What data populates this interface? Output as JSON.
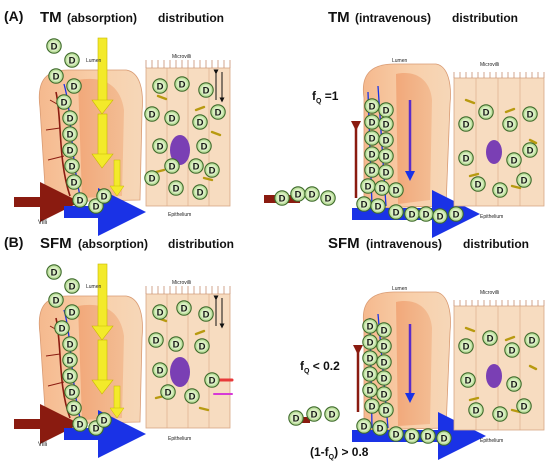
{
  "panel_a": {
    "label": "(A)",
    "left_title_model": "TM",
    "left_title_route": "(absorption)",
    "left_title_word": "distribution",
    "right_title_model": "TM",
    "right_title_route": "(intravenous)",
    "right_title_word": "distribution",
    "fq_label": "f",
    "fq_sub": "Q",
    "fq_value": " =1"
  },
  "panel_b": {
    "label": "(B)",
    "left_title_model": "SFM",
    "left_title_route": "(absorption)",
    "left_title_word": "distribution",
    "right_title_model": "SFM",
    "right_title_route": "(intravenous)",
    "right_title_word": "distribution",
    "fq_label": "f",
    "fq_sub": "Q",
    "fq_value": " < 0.2",
    "one_minus_label": "(1-f",
    "one_minus_sub": "Q",
    "one_minus_value": ") > 0.8"
  },
  "tissue_labels": {
    "villi": "Villi",
    "epithelium": "Epithelium",
    "microvilli": "Microvilli",
    "lumen": "Lumen"
  },
  "drug_symbol": "D",
  "colors": {
    "drug_fill": "#bfe0a0",
    "drug_stroke": "#3d6a2a",
    "villus_fill": "#f7caa4",
    "epithelium_fill": "#f7dcc0",
    "blood_arrow": "#1a32e6",
    "arterial_arrow": "#8a1b10",
    "absorption_arrow": "#f3ea2a",
    "nucleus": "#7a3fb4"
  }
}
